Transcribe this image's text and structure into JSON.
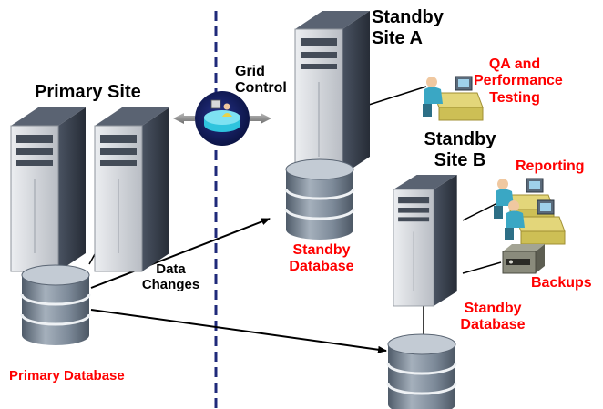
{
  "labels": {
    "primary_site": "Primary Site",
    "grid_control_line1": "Grid",
    "grid_control_line2": "Control",
    "standby_site_a_line1": "Standby",
    "standby_site_a_line2": "Site A",
    "qa_line1": "QA and",
    "qa_line2": "Performance",
    "qa_line3": "Testing",
    "standby_site_b_line1": "Standby",
    "standby_site_b_line2": "Site B",
    "reporting": "Reporting",
    "data_changes_line1": "Data",
    "data_changes_line2": "Changes",
    "standby_db_a_line1": "Standby",
    "standby_db_a_line2": "Database",
    "standby_db_b_line1": "Standby",
    "standby_db_b_line2": "Database",
    "backups": "Backups",
    "primary_database": "Primary Database"
  },
  "icons": {
    "server": "server-icon",
    "database": "database-icon",
    "workstation": "user-workstation-icon",
    "tape_drive": "tape-drive-icon",
    "grid_control": "grid-control-icon"
  },
  "colors": {
    "label_red": "#ff0000",
    "divider_blue": "#1f2a7a",
    "server_front": "#d4d6da",
    "server_side": "#39414e",
    "database_body": "#6f7d8c",
    "arrow_gray": "#8a8a8a"
  }
}
